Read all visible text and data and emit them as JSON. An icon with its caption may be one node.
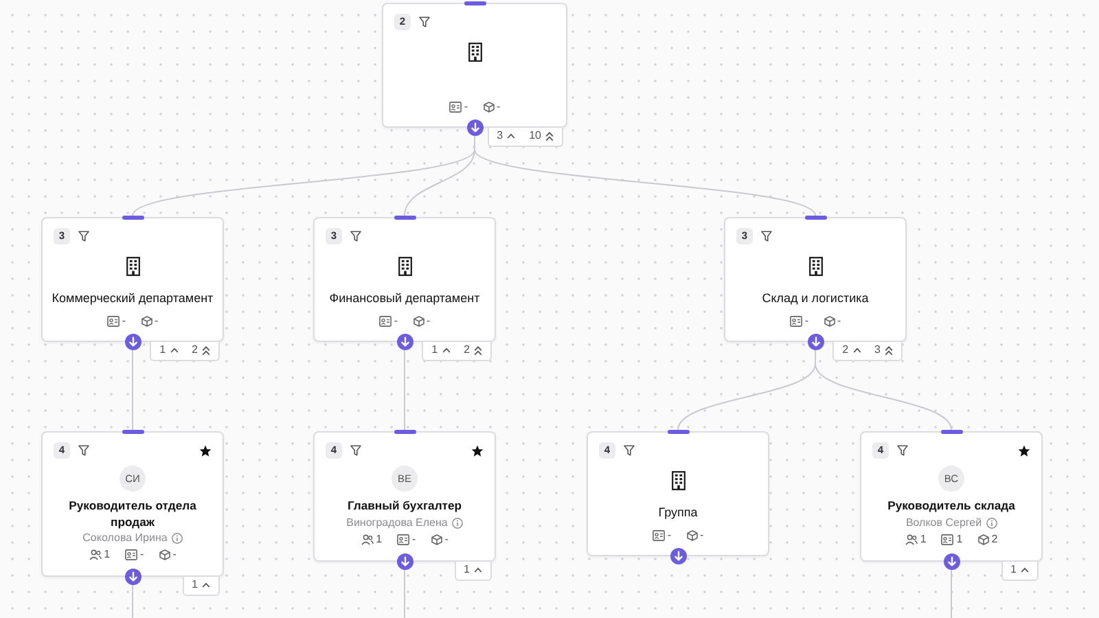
{
  "diagram": {
    "nodes": [
      {
        "text": [
          "2",
          "-",
          "-"
        ],
        "beside": [
          "3",
          "10"
        ]
      },
      {
        "text": [
          "3",
          "Коммерческий департамент",
          "-",
          "-"
        ],
        "beside": [
          "1",
          "2"
        ]
      },
      {
        "text": [
          "3",
          "Финансовый департамент",
          "-",
          "-"
        ],
        "beside": [
          "1",
          "2"
        ]
      },
      {
        "text": [
          "3",
          "Склад и логистика",
          "-",
          "-"
        ],
        "beside": [
          "2",
          "3"
        ]
      },
      {
        "text": [
          "4",
          "СИ",
          "Руководитель отдела продаж",
          "Соколова Ирина",
          "1",
          "-",
          "-"
        ],
        "beside": [
          "1"
        ]
      },
      {
        "text": [
          "4",
          "ВЕ",
          "Главный бухгалтер",
          "Виноградова Елена",
          "1",
          "-",
          "-"
        ],
        "beside": [
          "1"
        ]
      },
      {
        "text": [
          "4",
          "Группа",
          "-",
          "-"
        ]
      },
      {
        "text": [
          "4",
          "ВС",
          "Руководитель склада",
          "Волков Сергей",
          "1",
          "1",
          "2"
        ],
        "beside": [
          "1"
        ]
      }
    ],
    "edges": [
      {
        "from": 0,
        "to": 1,
        "arrow": "none"
      },
      {
        "from": 0,
        "to": 2,
        "arrow": "none"
      },
      {
        "from": 0,
        "to": 3,
        "arrow": "none"
      },
      {
        "from": 1,
        "to": 4,
        "arrow": "none"
      },
      {
        "from": 2,
        "to": 5,
        "arrow": "none"
      },
      {
        "from": 3,
        "to": 6,
        "arrow": "none"
      },
      {
        "from": 3,
        "to": 7,
        "arrow": "none"
      },
      {
        "from": 4,
        "to": null,
        "arrow": "none"
      },
      {
        "from": 5,
        "to": null,
        "arrow": "none"
      },
      {
        "from": 7,
        "to": null,
        "arrow": "none"
      }
    ]
  }
}
